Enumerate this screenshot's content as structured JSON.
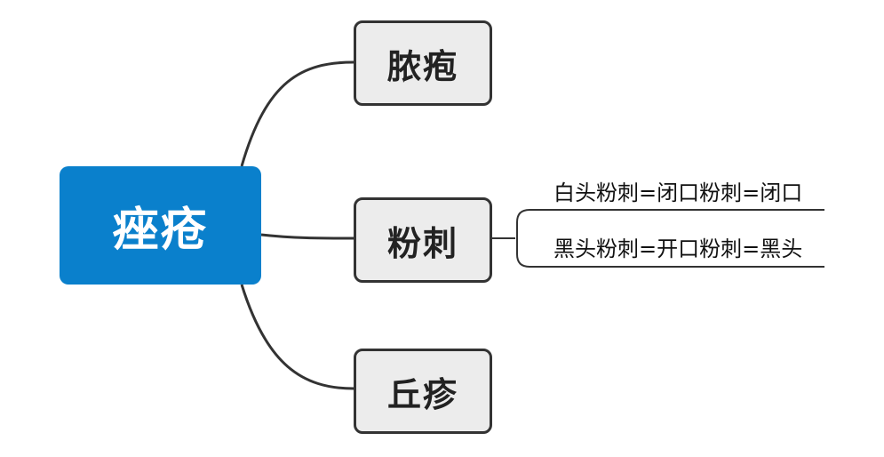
{
  "root": {
    "label": "痤疮"
  },
  "branches": [
    {
      "label": "脓疱"
    },
    {
      "label": "粉刺"
    },
    {
      "label": "丘疹"
    }
  ],
  "subitems": [
    {
      "label": "白头粉刺=闭口粉刺=闭口"
    },
    {
      "label": "黑头粉刺=开口粉刺=黑头"
    }
  ],
  "colors": {
    "root_fill": "#0a80cc",
    "branch_fill": "#ececec",
    "branch_border": "#333333",
    "connector": "#333333"
  }
}
